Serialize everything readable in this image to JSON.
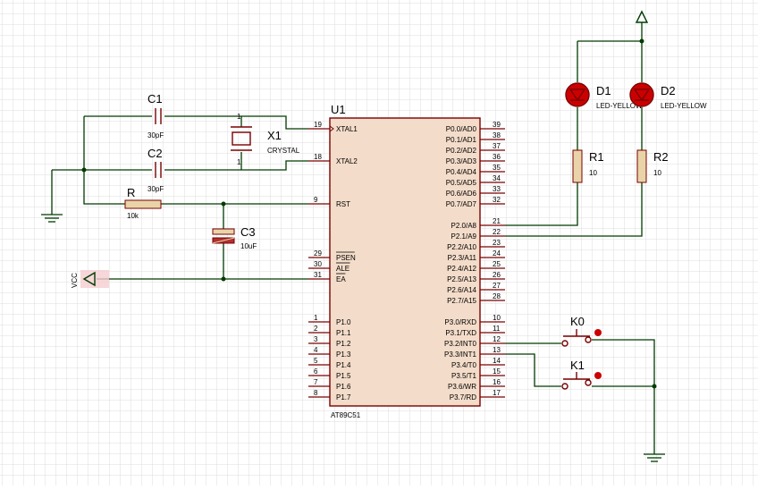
{
  "colors": {
    "wire": "#003b00",
    "part_outline": "#7a0000",
    "chip_fill": "#f3dcc9",
    "led_red": "#cc0000",
    "grid": "#d9d9d9",
    "terminal_pink": "#f5cdd0"
  },
  "chip": {
    "ref": "U1",
    "part": "AT89C51",
    "left_pins": [
      {
        "num": "19",
        "name": "XTAL1"
      },
      {
        "num": "18",
        "name": "XTAL2"
      },
      {
        "num": "9",
        "name": "RST"
      },
      {
        "num": "29",
        "name": "PSEN"
      },
      {
        "num": "30",
        "name": "ALE"
      },
      {
        "num": "31",
        "name": "EA"
      },
      {
        "num": "1",
        "name": "P1.0"
      },
      {
        "num": "2",
        "name": "P1.1"
      },
      {
        "num": "3",
        "name": "P1.2"
      },
      {
        "num": "4",
        "name": "P1.3"
      },
      {
        "num": "5",
        "name": "P1.4"
      },
      {
        "num": "6",
        "name": "P1.5"
      },
      {
        "num": "7",
        "name": "P1.6"
      },
      {
        "num": "8",
        "name": "P1.7"
      }
    ],
    "right_pins": [
      {
        "num": "39",
        "name": "P0.0/AD0"
      },
      {
        "num": "38",
        "name": "P0.1/AD1"
      },
      {
        "num": "37",
        "name": "P0.2/AD2"
      },
      {
        "num": "36",
        "name": "P0.3/AD3"
      },
      {
        "num": "35",
        "name": "P0.4/AD4"
      },
      {
        "num": "34",
        "name": "P0.5/AD5"
      },
      {
        "num": "33",
        "name": "P0.6/AD6"
      },
      {
        "num": "32",
        "name": "P0.7/AD7"
      },
      {
        "num": "21",
        "name": "P2.0/A8"
      },
      {
        "num": "22",
        "name": "P2.1/A9"
      },
      {
        "num": "23",
        "name": "P2.2/A10"
      },
      {
        "num": "24",
        "name": "P2.3/A11"
      },
      {
        "num": "25",
        "name": "P2.4/A12"
      },
      {
        "num": "26",
        "name": "P2.5/A13"
      },
      {
        "num": "27",
        "name": "P2.6/A14"
      },
      {
        "num": "28",
        "name": "P2.7/A15"
      },
      {
        "num": "10",
        "name": "P3.0/RXD"
      },
      {
        "num": "11",
        "name": "P3.1/TXD"
      },
      {
        "num": "12",
        "name": "P3.2/INT0"
      },
      {
        "num": "13",
        "name": "P3.3/INT1"
      },
      {
        "num": "14",
        "name": "P3.4/T0"
      },
      {
        "num": "15",
        "name": "P3.5/T1"
      },
      {
        "num": "16",
        "name": "P3.6/WR"
      },
      {
        "num": "17",
        "name": "P3.7/RD"
      }
    ]
  },
  "components": {
    "c1": {
      "ref": "C1",
      "value": "30pF"
    },
    "c2": {
      "ref": "C2",
      "value": "30pF"
    },
    "c3": {
      "ref": "C3",
      "value": "10uF"
    },
    "x1": {
      "ref": "X1",
      "value": "CRYSTAL"
    },
    "r": {
      "ref": "R",
      "value": "10k"
    },
    "r1": {
      "ref": "R1",
      "value": "10"
    },
    "r2": {
      "ref": "R2",
      "value": "10"
    },
    "d1": {
      "ref": "D1",
      "value": "LED-YELLOW"
    },
    "d2": {
      "ref": "D2",
      "value": "LED-YELLOW"
    },
    "k0": {
      "ref": "K0"
    },
    "k1": {
      "ref": "K1"
    },
    "vcc": {
      "label": "VCC"
    }
  }
}
